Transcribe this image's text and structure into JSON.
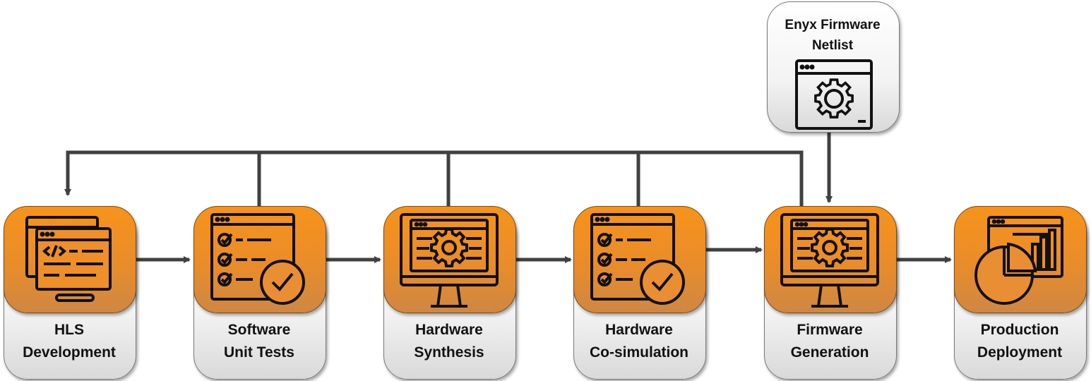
{
  "nodes": [
    {
      "id": "hls",
      "line1": "HLS",
      "line2": "Development",
      "icon": "code-window-icon"
    },
    {
      "id": "unit-tests",
      "line1": "Software",
      "line2": "Unit Tests",
      "icon": "checklist-check-icon"
    },
    {
      "id": "synthesis",
      "line1": "Hardware",
      "line2": "Synthesis",
      "icon": "monitor-gear-icon"
    },
    {
      "id": "cosim",
      "line1": "Hardware",
      "line2": "Co-simulation",
      "icon": "checklist-check-icon"
    },
    {
      "id": "firmware-gen",
      "line1": "Firmware",
      "line2": "Generation",
      "icon": "monitor-gear-icon"
    },
    {
      "id": "deployment",
      "line1": "Production",
      "line2": "Deployment",
      "icon": "pie-chart-report-icon"
    }
  ],
  "netlist": {
    "line1": "Enyx Firmware",
    "line2": "Netlist",
    "icon": "window-gear-icon"
  },
  "colors": {
    "arrow": "#404040",
    "accent": "#f7931b",
    "icon_stroke": "#111111"
  }
}
